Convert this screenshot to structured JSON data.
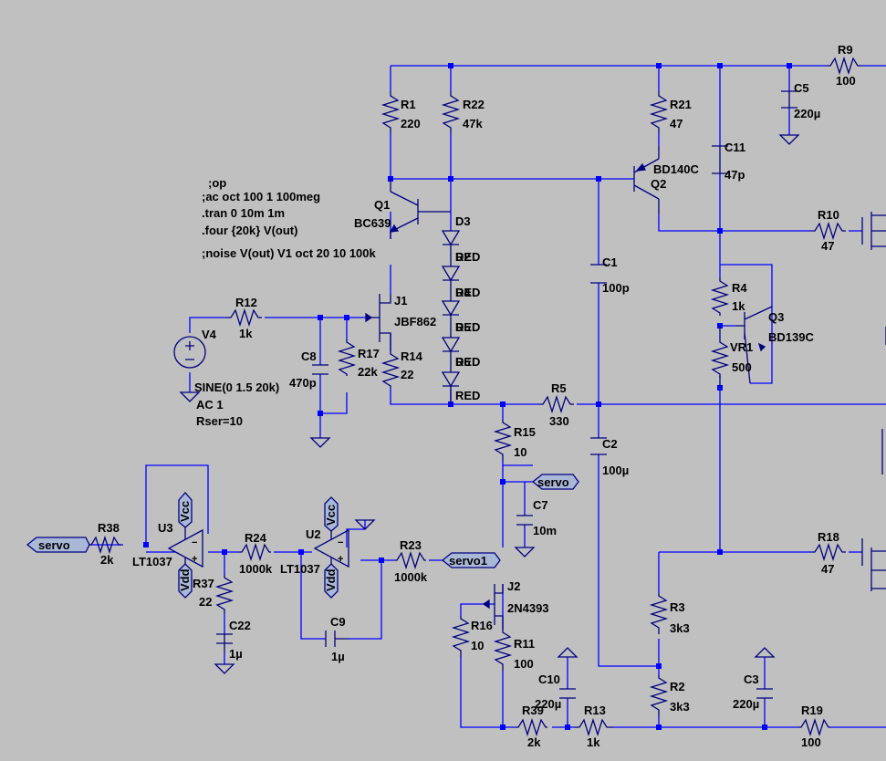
{
  "directives": [
    ";op",
    ";ac oct 100 1 100meg",
    ".tran 0 10m 1m",
    ".four {20k}  V(out)",
    ";noise V(out) V1 oct 20 10 100k"
  ],
  "source": {
    "name": "V4",
    "value": "SINE(0 1.5 20k)",
    "ac": "AC 1",
    "rser": "Rser=10"
  },
  "resistors": {
    "R1": {
      "name": "R1",
      "value": "220"
    },
    "R22": {
      "name": "R22",
      "value": "47k"
    },
    "R21": {
      "name": "R21",
      "value": "47"
    },
    "R9": {
      "name": "R9",
      "value": "100"
    },
    "R10": {
      "name": "R10",
      "value": "47"
    },
    "R4": {
      "name": "R4",
      "value": "1k"
    },
    "VR1": {
      "name": "VR1",
      "value": "500"
    },
    "R12": {
      "name": "R12",
      "value": "1k"
    },
    "R17": {
      "name": "R17",
      "value": "22k"
    },
    "R14": {
      "name": "R14",
      "value": "22"
    },
    "R5": {
      "name": "R5",
      "value": "330"
    },
    "R15": {
      "name": "R15",
      "value": "10"
    },
    "R38": {
      "name": "R38",
      "value": "2k"
    },
    "R37": {
      "name": "R37",
      "value": "22"
    },
    "R24": {
      "name": "R24",
      "value": "1000k"
    },
    "R23": {
      "name": "R23",
      "value": "1000k"
    },
    "R18": {
      "name": "R18",
      "value": "47"
    },
    "R16": {
      "name": "R16",
      "value": "10"
    },
    "R11": {
      "name": "R11",
      "value": "100"
    },
    "R3": {
      "name": "R3",
      "value": "3k3"
    },
    "R2": {
      "name": "R2",
      "value": "3k3"
    },
    "R39": {
      "name": "R39",
      "value": "2k"
    },
    "R13": {
      "name": "R13",
      "value": "1k"
    },
    "R19": {
      "name": "R19",
      "value": "100"
    }
  },
  "capacitors": {
    "C5": {
      "name": "C5",
      "value": "220µ"
    },
    "C11": {
      "name": "C11",
      "value": "47p"
    },
    "C1": {
      "name": "C1",
      "value": "100p"
    },
    "C2": {
      "name": "C2",
      "value": "100µ"
    },
    "C8": {
      "name": "C8",
      "value": "470p"
    },
    "C7": {
      "name": "C7",
      "value": "10m"
    },
    "C22": {
      "name": "C22",
      "value": "1µ"
    },
    "C9": {
      "name": "C9",
      "value": "1µ"
    },
    "C10": {
      "name": "C10",
      "value": "220µ"
    },
    "C3": {
      "name": "C3",
      "value": "220µ"
    }
  },
  "transistors": {
    "Q1": {
      "name": "Q1",
      "value": "BC639"
    },
    "Q2": {
      "name": "Q2",
      "value": "BD140C"
    },
    "Q3": {
      "name": "Q3",
      "value": "BD139C"
    },
    "J1": {
      "name": "J1",
      "value": "JBF862"
    },
    "J2": {
      "name": "J2",
      "value": "2N4393"
    }
  },
  "diodes": {
    "top": "D3",
    "led": "RED",
    "overlap": [
      "D2",
      "D4",
      "D5",
      "D6"
    ]
  },
  "opamps": {
    "U3": {
      "name": "U3",
      "value": "LT1037"
    },
    "U2": {
      "name": "U2",
      "value": "LT1037"
    }
  },
  "labels": {
    "servo": "servo",
    "servo1": "servo1",
    "vcc": "Vcc",
    "vdd": "Vdd"
  },
  "colors": {
    "wire": "#0000ff",
    "component": "#000080",
    "background": "#c0c0c0"
  }
}
